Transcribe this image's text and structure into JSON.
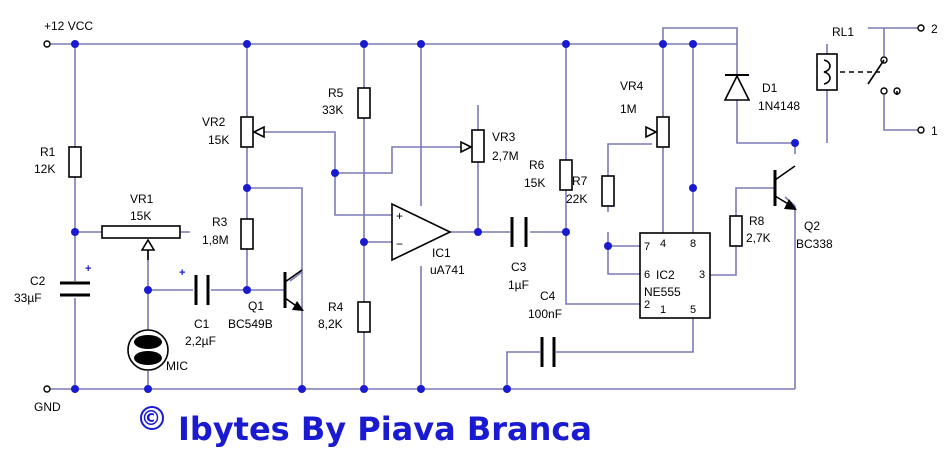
{
  "rails": {
    "vcc": "+12 VCC",
    "gnd": "GND"
  },
  "components": {
    "r1": {
      "ref": "R1",
      "value": "12K"
    },
    "c2": {
      "ref": "C2",
      "value": "33µF",
      "polarity": "+"
    },
    "vr1": {
      "ref": "VR1",
      "value": "15K"
    },
    "mic": {
      "ref": "MIC"
    },
    "c1": {
      "ref": "C1",
      "value": "2,2µF",
      "polarity": "+"
    },
    "vr2": {
      "ref": "VR2",
      "value": "15K"
    },
    "r3": {
      "ref": "R3",
      "value": "1,8M"
    },
    "q1": {
      "ref": "Q1",
      "value": "BC549B"
    },
    "r5": {
      "ref": "R5",
      "value": "33K"
    },
    "r4": {
      "ref": "R4",
      "value": "8,2K"
    },
    "ic1": {
      "ref": "IC1",
      "value": "uA741",
      "plus": "+",
      "minus": "−"
    },
    "vr3": {
      "ref": "VR3",
      "value": "2,7M"
    },
    "c3": {
      "ref": "C3",
      "value": "1µF"
    },
    "c4": {
      "ref": "C4",
      "value": "100nF"
    },
    "r6": {
      "ref": "R6",
      "value": "15K"
    },
    "r7": {
      "ref": "R7",
      "value": "22K"
    },
    "vr4": {
      "ref": "VR4",
      "value": "1M"
    },
    "ic2": {
      "ref": "IC2",
      "value": "NE555",
      "pins": {
        "p4": "4",
        "p8": "8",
        "p7": "7",
        "p6": "6",
        "p3": "3",
        "p2": "2",
        "p1": "1",
        "p5": "5"
      }
    },
    "d1": {
      "ref": "D1",
      "value": "1N4148"
    },
    "r8": {
      "ref": "R8",
      "value": "2,7K"
    },
    "q2": {
      "ref": "Q2",
      "value": "BC338"
    },
    "rl1": {
      "ref": "RL1",
      "contact1": "1",
      "contact2": "2"
    }
  },
  "credit": {
    "symbol": "©",
    "text": "Ibytes By Piava Branca"
  },
  "colors": {
    "wire": "#7a7ab8",
    "junction": "#1a1ad0",
    "credit": "#1a1ad0"
  }
}
